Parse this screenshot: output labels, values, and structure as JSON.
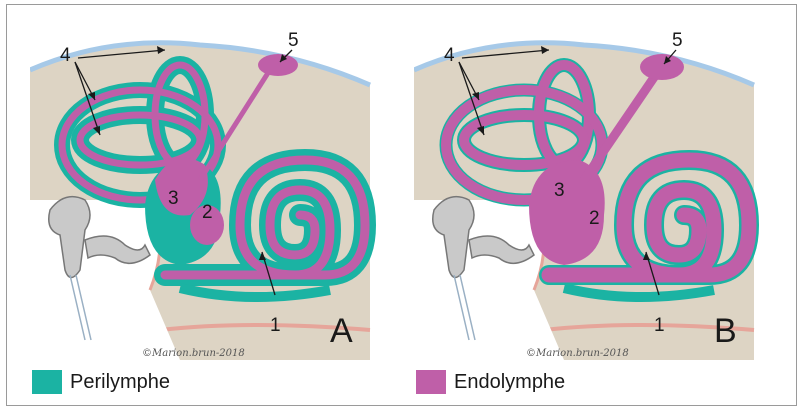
{
  "colors": {
    "perilymph": "#1bb3a3",
    "endolymph": "#bf5fa8",
    "bone": "#ddd4c4",
    "skin": "#a6c9e8",
    "membrane": "#e6a59a"
  },
  "panels": [
    {
      "letter": "A",
      "labels": [
        "1",
        "2",
        "3",
        "4",
        "5"
      ],
      "credit": "©Marion.brun-2018"
    },
    {
      "letter": "B",
      "labels": [
        "1",
        "2",
        "3",
        "4",
        "5"
      ],
      "credit": "©Marion.brun-2018"
    }
  ],
  "legend": [
    {
      "label": "Perilymphe",
      "color": "#1bb3a3"
    },
    {
      "label": "Endolymphe",
      "color": "#bf5fa8"
    }
  ]
}
